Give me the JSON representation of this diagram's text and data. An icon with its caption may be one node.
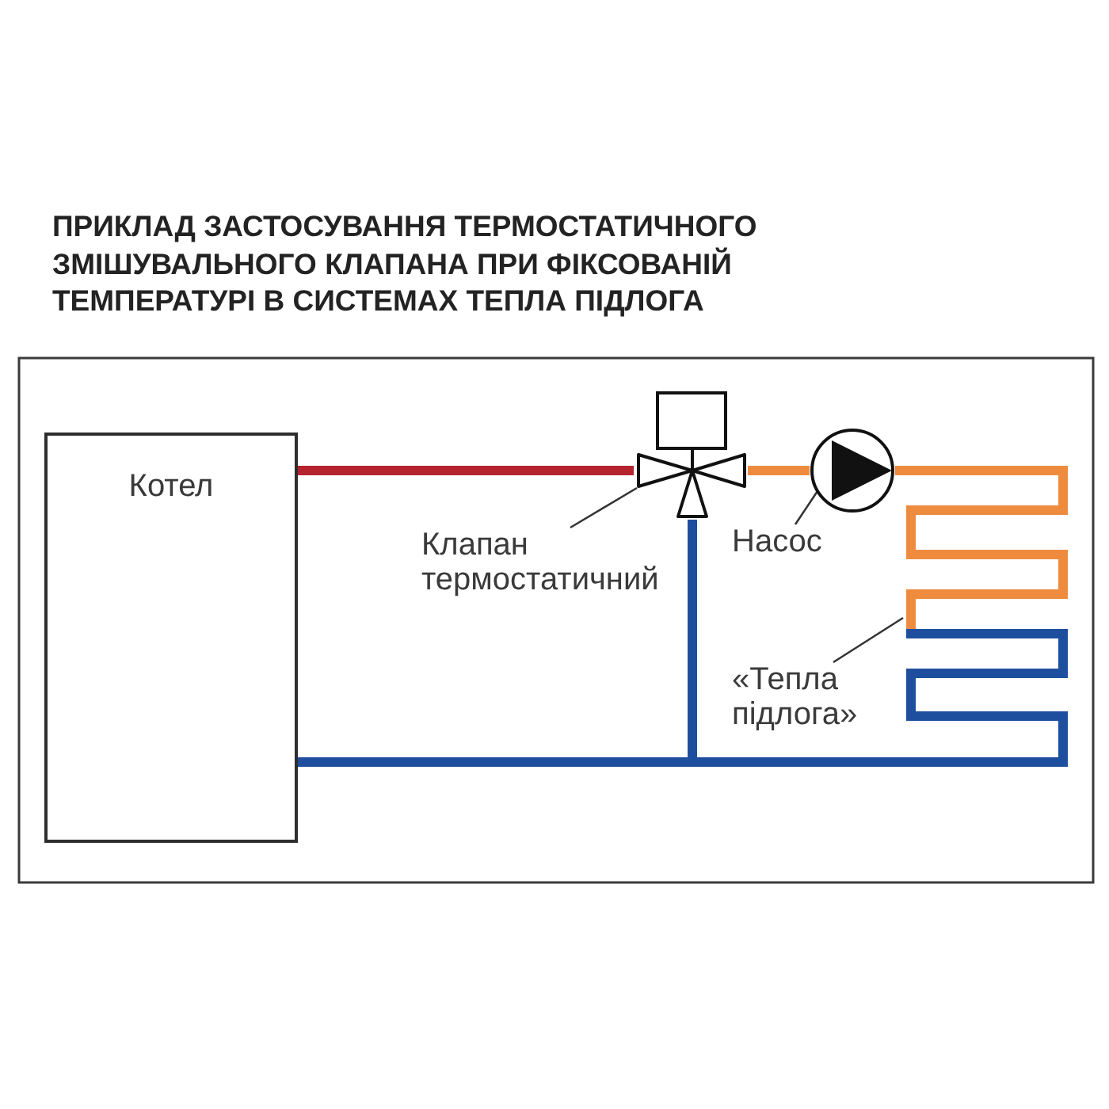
{
  "diagram": {
    "title": "ПРИКЛАД ЗАСТОСУВАННЯ ТЕРМОСТАТИЧНОГО ЗМІШУВАЛЬНОГО КЛАПАНА ПРИ ФІКСОВАНІЙ ТЕМПЕРАТУРІ В СИСТЕМАХ ТЕПЛА ПІДЛОГА",
    "nodes": [
      {
        "text": [
          "Котел"
        ]
      },
      {
        "text": [],
        "shape": "valve"
      },
      {
        "text": [],
        "shape": "pump"
      },
      {
        "text": [],
        "shape": "coil"
      },
      {
        "text": [
          "Клапан термостатичний"
        ]
      },
      {
        "text": [
          "Насос"
        ]
      },
      {
        "text": [
          "«Тепла підлога»"
        ]
      }
    ],
    "edges": [
      {
        "from": 0,
        "to": 1,
        "arrow": "none",
        "color": "#b4232e"
      },
      {
        "from": 1,
        "to": 2,
        "arrow": "none",
        "color": "#ef8b3f"
      },
      {
        "from": 2,
        "to": 3,
        "arrow": "none",
        "color": "#ef8b3f"
      },
      {
        "from": 3,
        "to": 0,
        "arrow": "none",
        "color": "#1e4f9f"
      },
      {
        "from": 3,
        "to": 1,
        "arrow": "none",
        "color": "#1e4f9f"
      },
      {
        "from": 4,
        "to": 1,
        "arrow": "none"
      },
      {
        "from": 5,
        "to": 2,
        "arrow": "none"
      },
      {
        "from": 6,
        "to": 3,
        "arrow": "none"
      }
    ]
  }
}
